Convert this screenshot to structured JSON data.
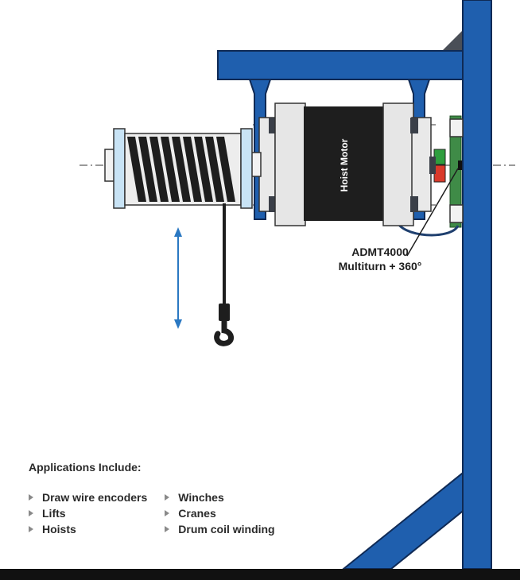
{
  "diagram": {
    "motor_label": "Hoist Motor",
    "encoder_label_line1": "ADMT4000",
    "encoder_label_line2": "Multiturn + 360°"
  },
  "applications": {
    "title": "Applications Include:",
    "column1": [
      "Draw wire encoders",
      "Lifts",
      "Hoists"
    ],
    "column2": [
      "Winches",
      "Cranes",
      "Drum coil winding"
    ]
  },
  "colors": {
    "frame_blue": "#1f5fae",
    "frame_outline": "#0f2a55",
    "motor_black": "#1e1e1e",
    "drum_light": "#c8e3f5",
    "magnet_green": "#2e9e3e",
    "magnet_red": "#d93a2b",
    "arrow_blue": "#2a78c2",
    "ground": "#111111"
  }
}
